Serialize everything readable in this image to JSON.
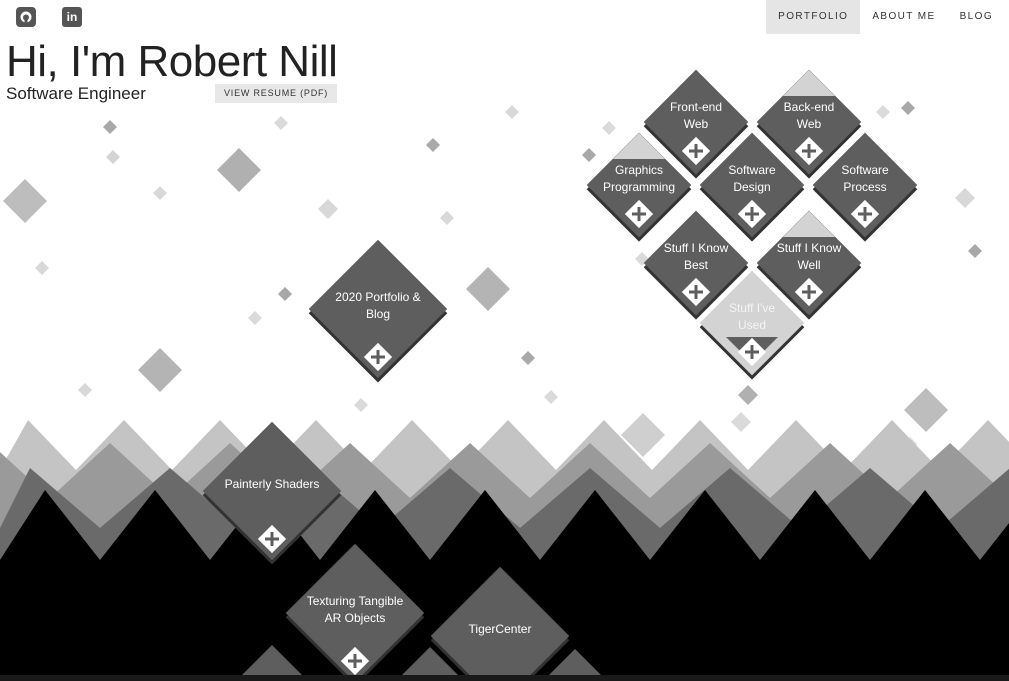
{
  "social": {
    "github_icon": "github-icon",
    "linkedin_icon": "linkedin-icon",
    "linkedin_text": "in"
  },
  "nav": {
    "items": [
      {
        "label": "PORTFOLIO",
        "active": true
      },
      {
        "label": "ABOUT ME",
        "active": false
      },
      {
        "label": "BLOG",
        "active": false
      }
    ]
  },
  "hero": {
    "name": "Hi, I'm Robert Nill",
    "role": "Software Engineer",
    "resume_label": "VIEW RESUME (PDF)"
  },
  "skills": [
    {
      "label": "Front-end\nWeb"
    },
    {
      "label": "Back-end\nWeb"
    },
    {
      "label": "Graphics\nProgramming"
    },
    {
      "label": "Software\nDesign"
    },
    {
      "label": "Software\nProcess"
    },
    {
      "label": "Stuff I Know\nBest"
    },
    {
      "label": "Stuff I Know\nWell"
    },
    {
      "label": "Stuff I've\nUsed"
    }
  ],
  "projects": [
    {
      "label": "2020 Portfolio &\nBlog"
    },
    {
      "label": "Painterly Shaders"
    },
    {
      "label": "Texturing Tangible\nAR Objects"
    },
    {
      "label": "TigerCenter"
    }
  ],
  "colors": {
    "tile": "#5e5e5e",
    "tile_light": "#d3d3d3",
    "nav_active": "#e5e5e5"
  }
}
